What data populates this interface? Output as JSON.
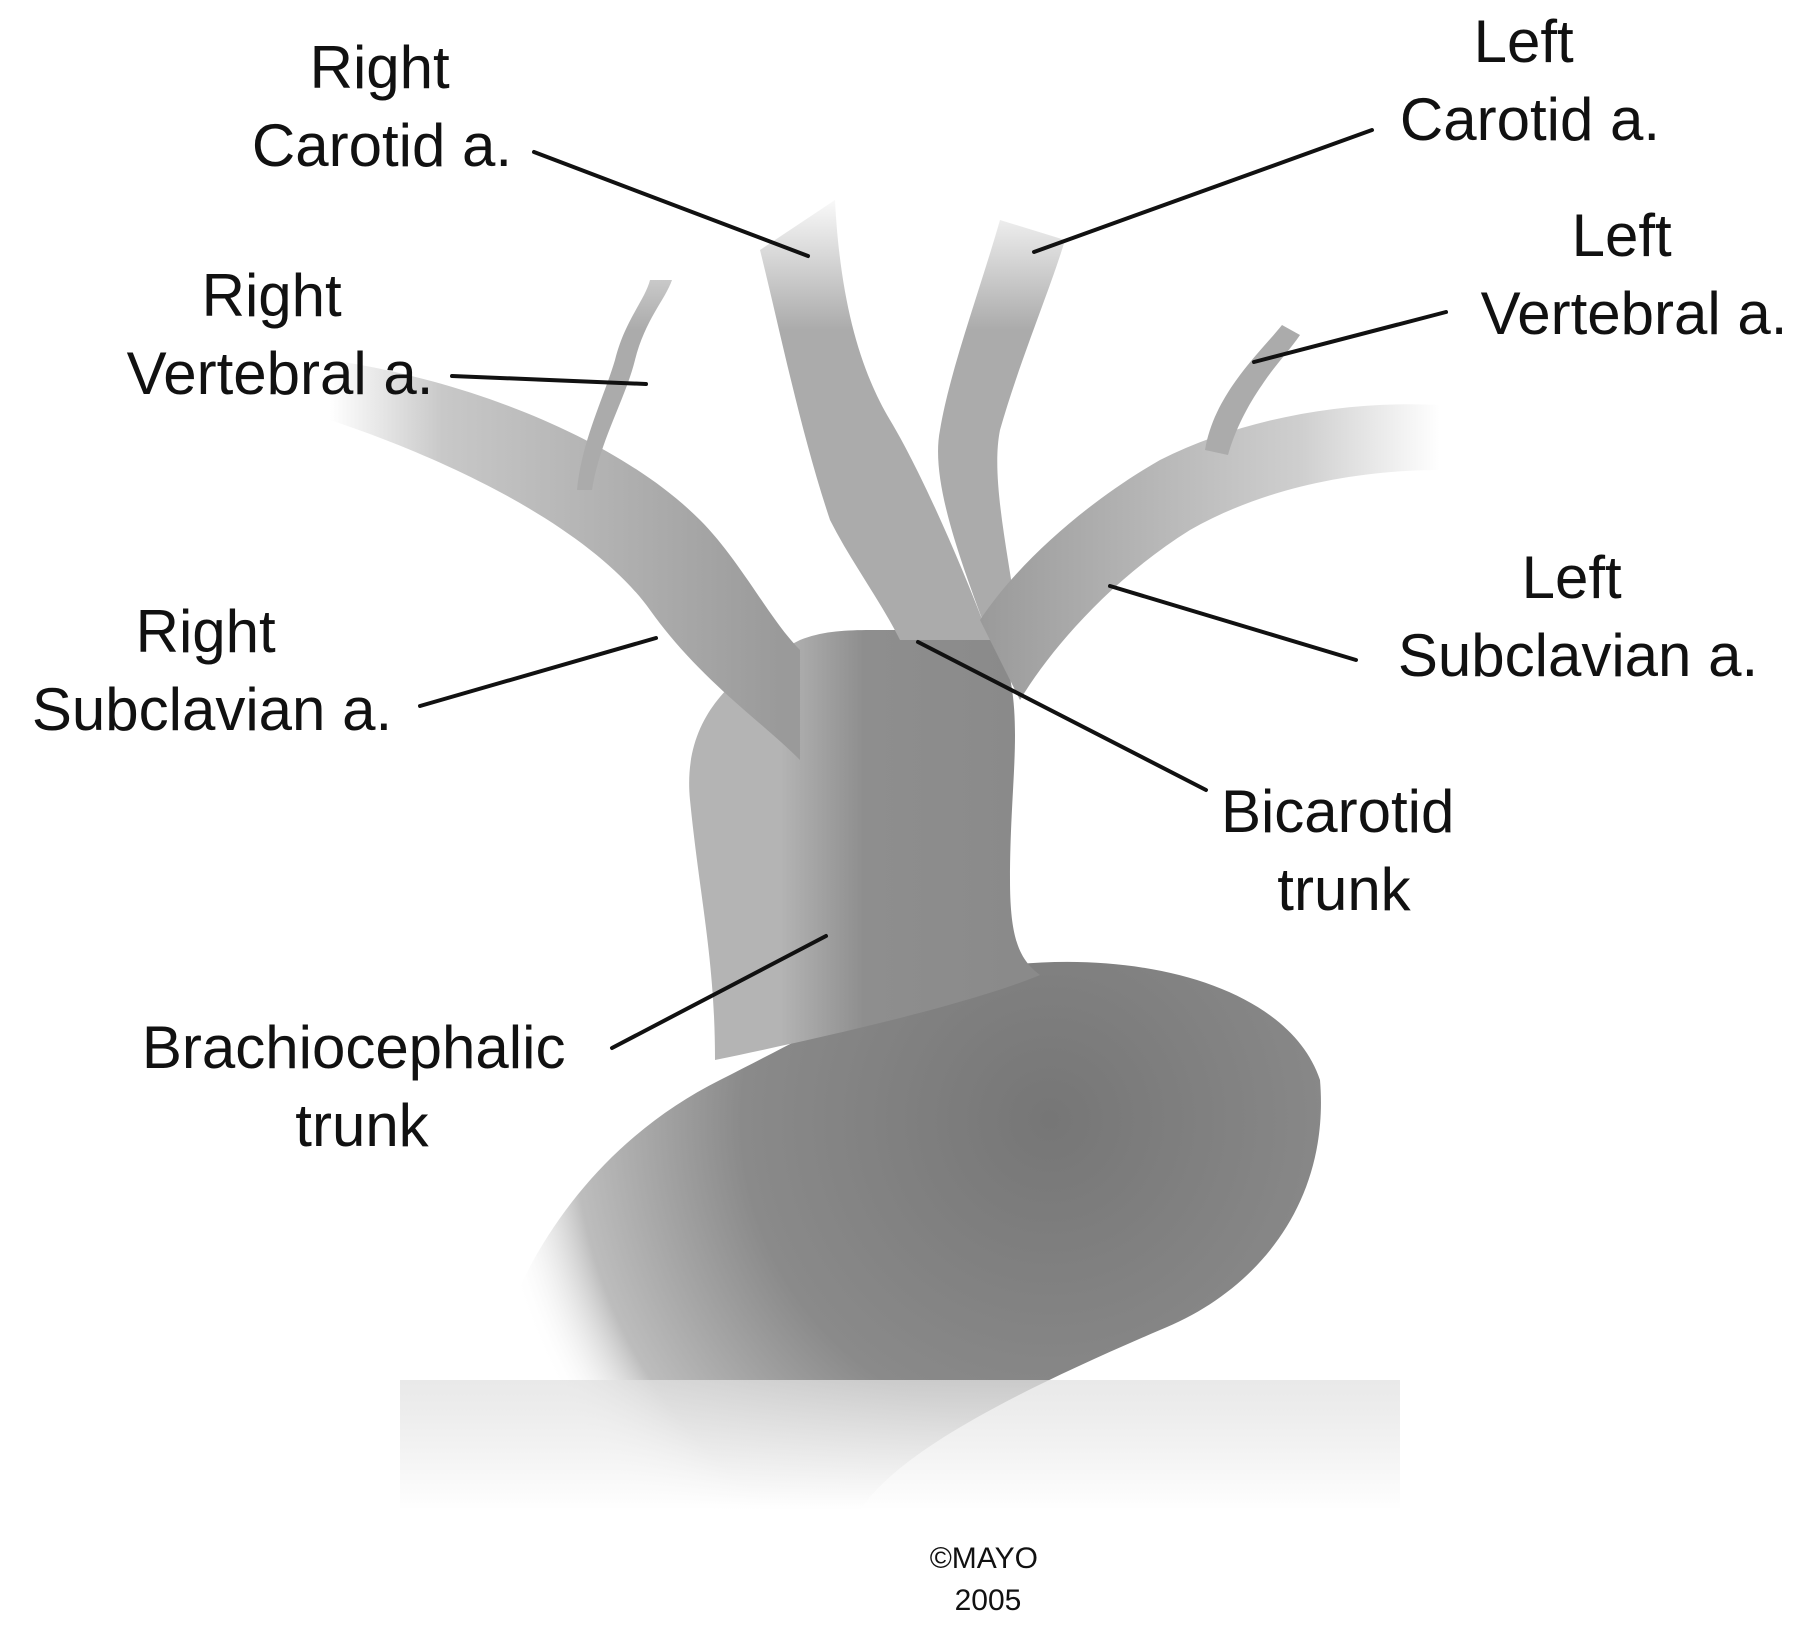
{
  "labels": {
    "right_carotid": [
      "Right",
      "Carotid a."
    ],
    "left_carotid": [
      "Left",
      "Carotid a."
    ],
    "right_vertebral": [
      "Right",
      "Vertebral a."
    ],
    "left_vertebral": [
      "Left",
      "Vertebral a."
    ],
    "right_subclavian": [
      "Right",
      "Subclavian a."
    ],
    "left_subclavian": [
      "Left",
      "Subclavian a."
    ],
    "bicarotid_trunk": [
      "Bicarotid",
      "trunk"
    ],
    "brachiocephalic_trunk": [
      "Brachiocephalic",
      "trunk"
    ]
  },
  "credit": {
    "line1": "©MAYO",
    "line2": "2005"
  },
  "colors": {
    "vessel_dark": "#7a7a7a",
    "vessel_mid": "#9c9c9c",
    "vessel_light": "#d8d8d8",
    "leader_line": "#111111",
    "text": "#111111"
  }
}
